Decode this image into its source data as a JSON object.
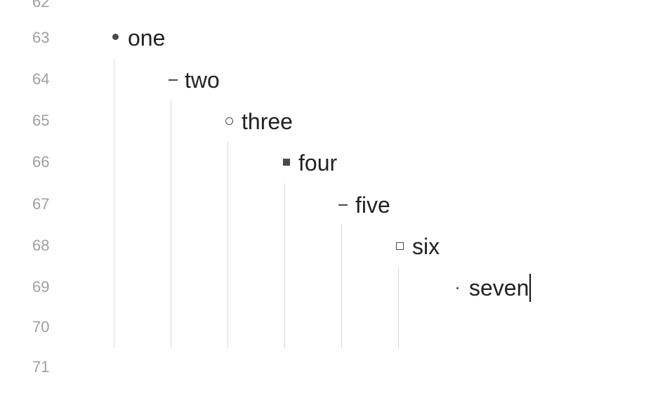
{
  "editor": {
    "line_numbers": [
      "62",
      "63",
      "64",
      "65",
      "66",
      "67",
      "68",
      "69",
      "70",
      "71"
    ],
    "items": [
      {
        "text": "one",
        "bullet": "disc"
      },
      {
        "text": "two",
        "bullet": "dash"
      },
      {
        "text": "three",
        "bullet": "circle"
      },
      {
        "text": "four",
        "bullet": "square"
      },
      {
        "text": "five",
        "bullet": "dash"
      },
      {
        "text": "six",
        "bullet": "square-outline"
      },
      {
        "text": "seven",
        "bullet": "dot"
      }
    ]
  }
}
